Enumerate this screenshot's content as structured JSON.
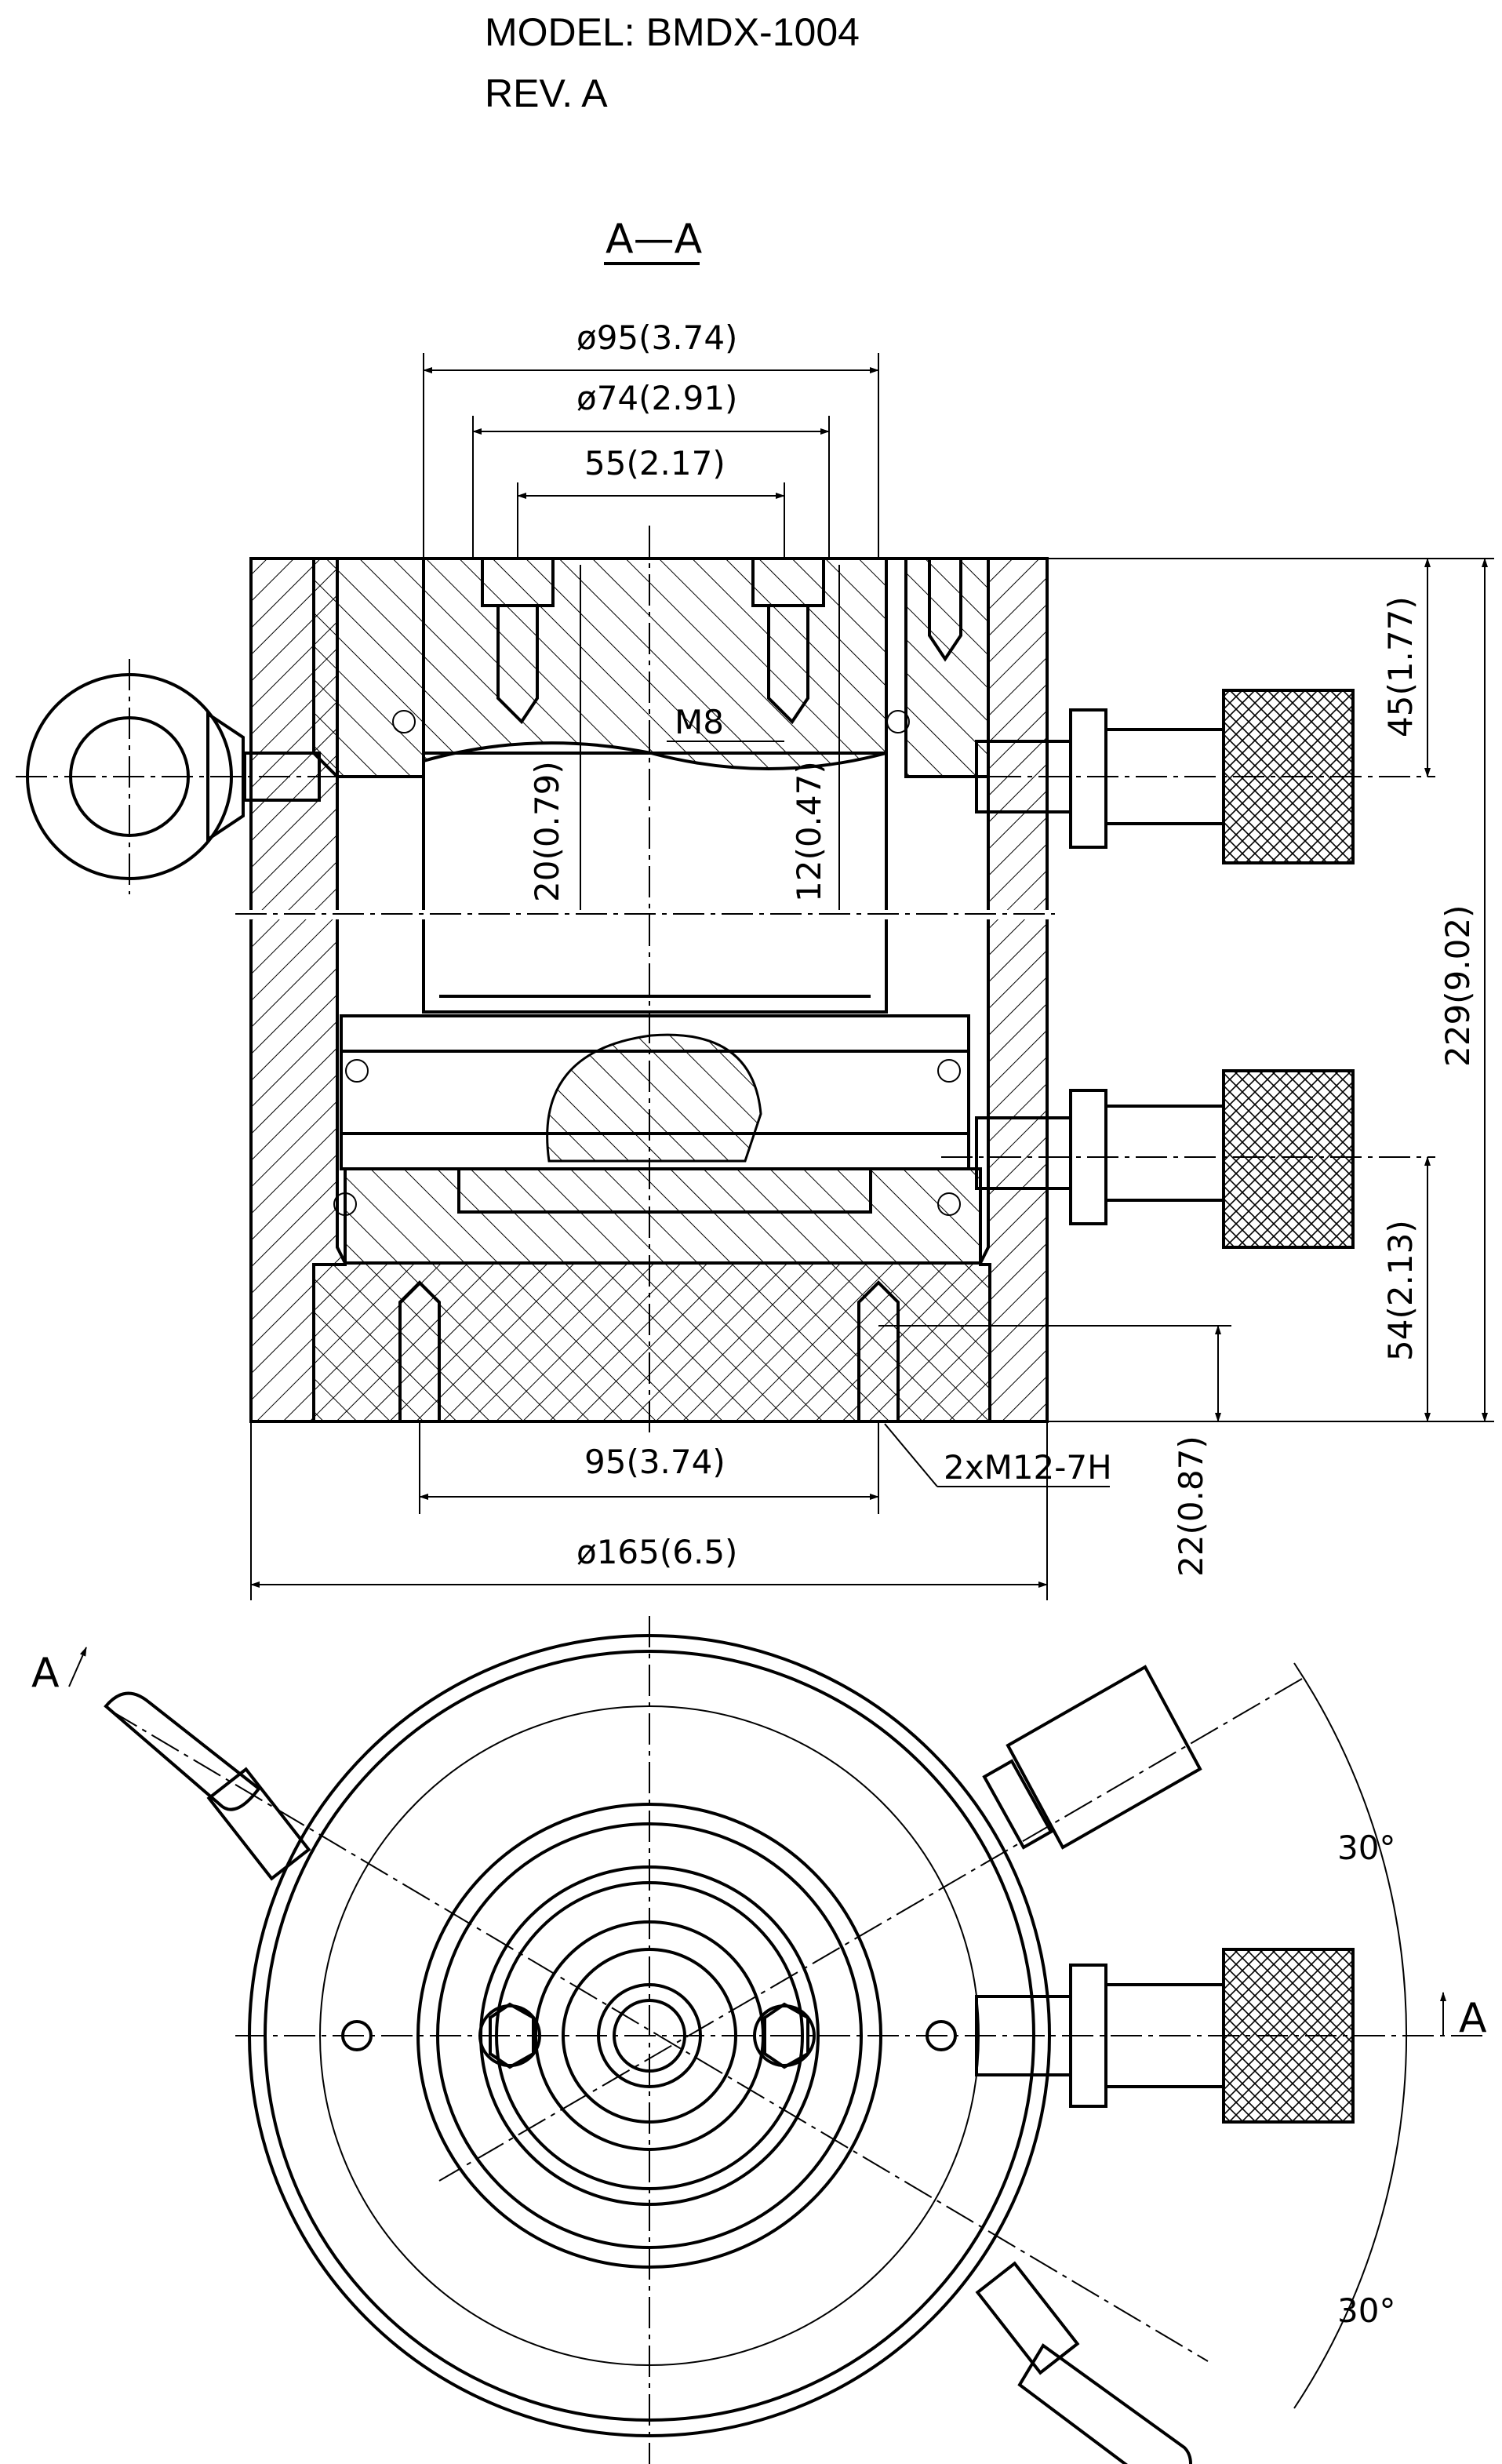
{
  "header": {
    "model": "MODEL: BMDX-1004",
    "revision": "REV. A"
  },
  "section_label": "A—A",
  "dimensions": {
    "d95": "ø95(3.74)",
    "d74": "ø74(2.91)",
    "d55": "55(2.17)",
    "m8": "M8",
    "d20": "20(0.79)",
    "d12": "12(0.47)",
    "d45": "45(1.77)",
    "d229": "229(9.02)",
    "d54": "54(2.13)",
    "d22": "22(0.87)",
    "bolt_spacing": "95(3.74)",
    "thread": "2xM12-7H",
    "outer_dia": "ø165(6.5)"
  },
  "plan_view": {
    "cut_left": "A",
    "cut_right": "A",
    "angle_upper": "30°",
    "angle_lower": "30°"
  }
}
